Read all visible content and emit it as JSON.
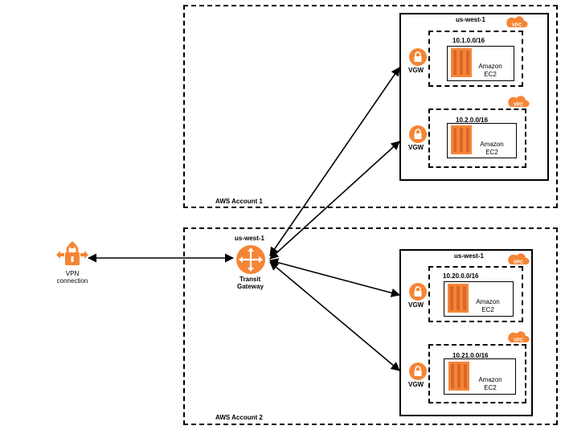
{
  "accounts": [
    {
      "label": "AWS Account 1",
      "region": "us-west-1",
      "vpcs": [
        {
          "cidr": "10.1.0.0/16",
          "ec2_line1": "Amazon",
          "ec2_line2": "EC2",
          "vgw": "VGW",
          "vpc_badge": "VPC"
        },
        {
          "cidr": "10.2.0.0/16",
          "ec2_line1": "Amazon",
          "ec2_line2": "EC2",
          "vgw": "VGW",
          "vpc_badge": "VPC"
        }
      ]
    },
    {
      "label": "AWS Account 2",
      "region": "us-west-1",
      "vpcs": [
        {
          "cidr": "10.20.0.0/16",
          "ec2_line1": "Amazon",
          "ec2_line2": "EC2",
          "vgw": "VGW",
          "vpc_badge": "VPC"
        },
        {
          "cidr": "10.21.0.0/16",
          "ec2_line1": "Amazon",
          "ec2_line2": "EC2",
          "vgw": "VGW",
          "vpc_badge": "VPC"
        }
      ]
    }
  ],
  "transit_gateway": {
    "region": "us-west-1",
    "line1": "Transit",
    "line2": "Gateway"
  },
  "vpn": {
    "line1": "VPN",
    "line2": "connection"
  },
  "colors": {
    "orange": "#f58536",
    "orange_dark": "#d9672a",
    "line": "#000000"
  }
}
